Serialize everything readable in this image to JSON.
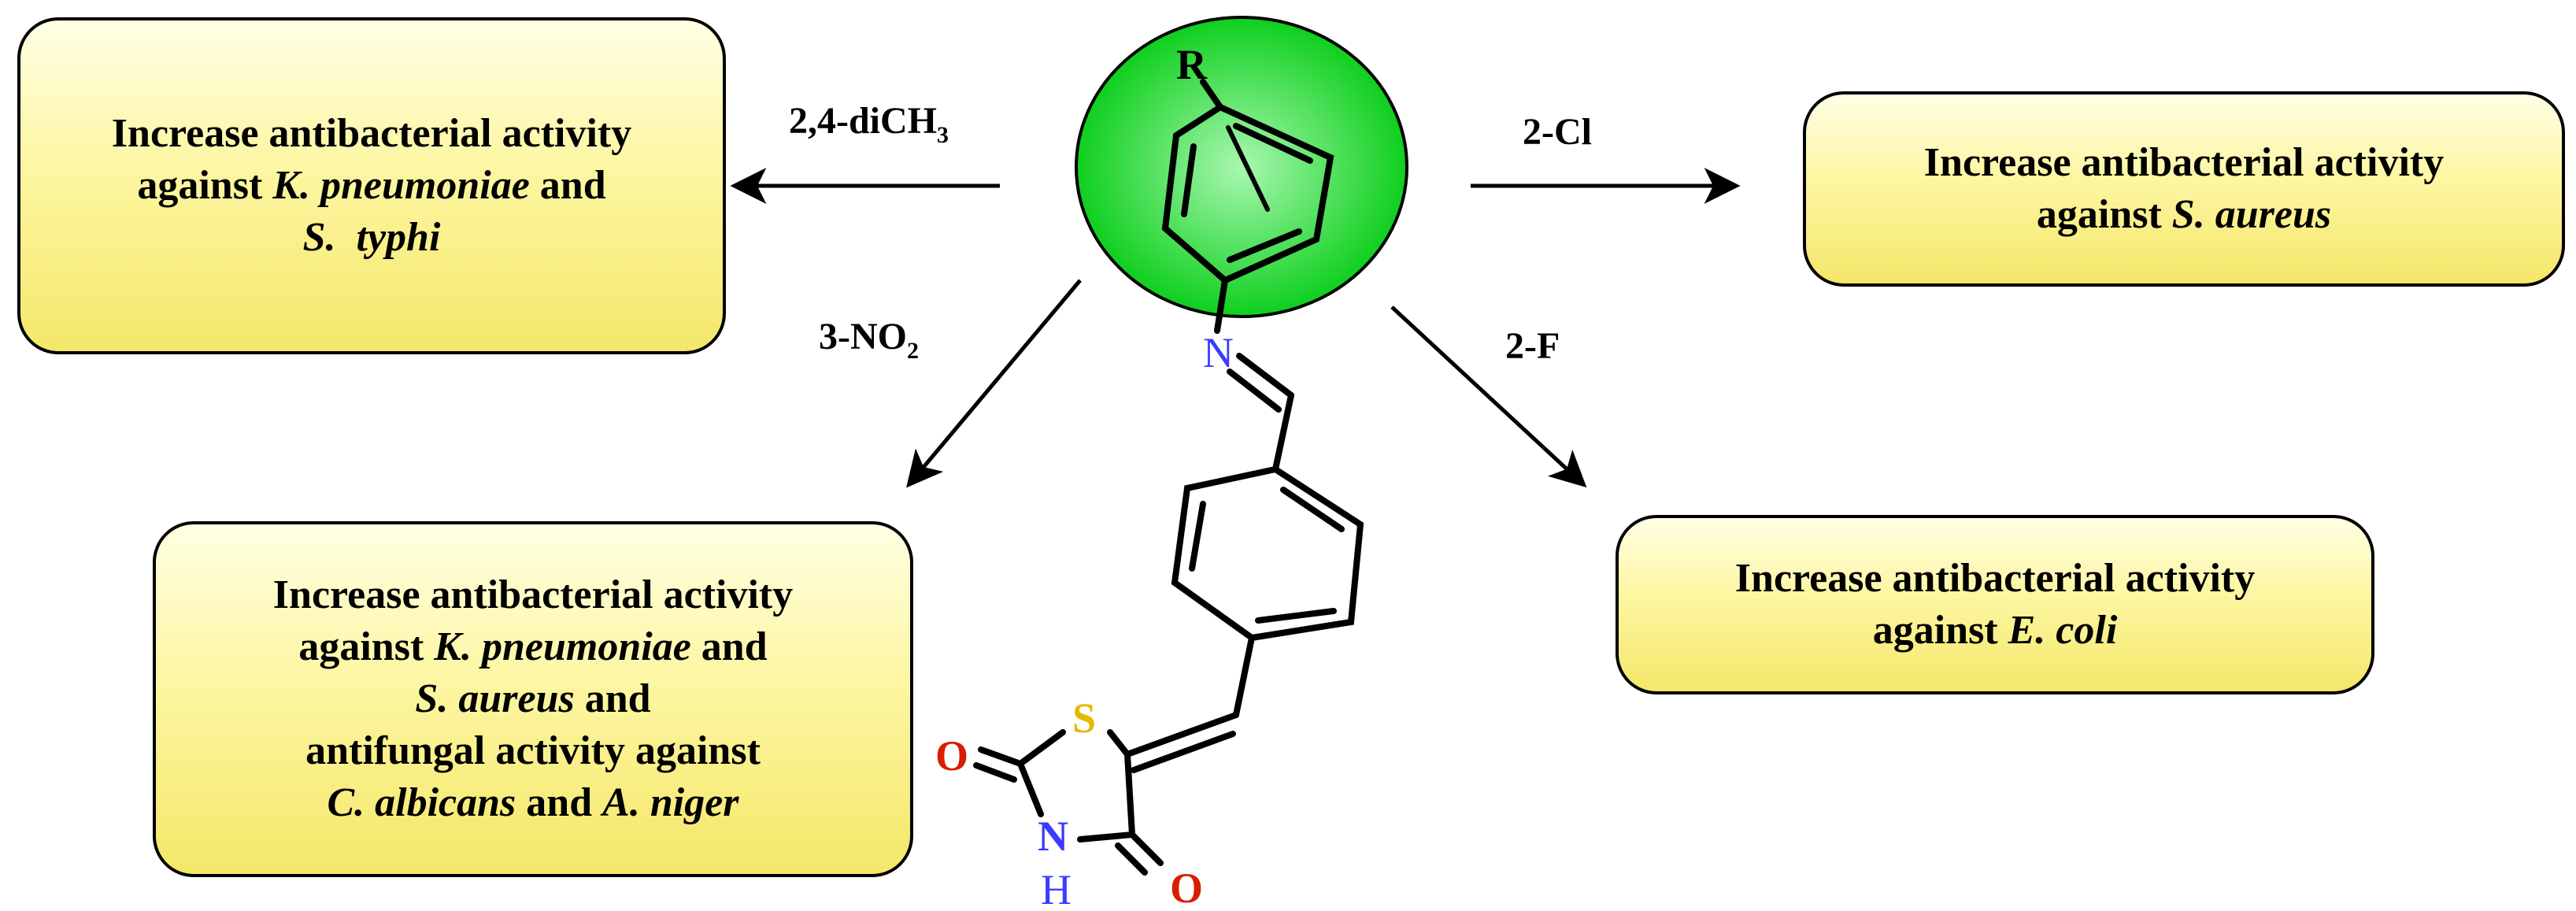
{
  "boxes": {
    "top_left": {
      "line1": "Increase antibacterial activity",
      "line2_pre": "against ",
      "line2_italic": "K. pneumoniae",
      "line2_post": " and",
      "line3_italic": "S.  typhi"
    },
    "top_right": {
      "line1": "Increase antibacterial activity",
      "line2_pre": "against ",
      "line2_italic": "S. aureus"
    },
    "bottom_left": {
      "line1": "Increase antibacterial activity",
      "line2_pre": "against ",
      "line2_italic": "K. pneumoniae",
      "line2_post": " and",
      "line3_italic": "S. aureus",
      "line3_post": " and",
      "line4": "antifungal activity against",
      "line5_italic_a": "C. albicans",
      "line5_mid": " and ",
      "line5_italic_b": "A. niger"
    },
    "bottom_right": {
      "line1": "Increase antibacterial activity",
      "line2_pre": "against ",
      "line2_italic": "E. coli"
    }
  },
  "substituents": {
    "top_left": {
      "main": "2,4-diCH",
      "sub": "3"
    },
    "top_right": {
      "main": "2-Cl"
    },
    "bottom_left": {
      "main": "3-NO",
      "sub": "2"
    },
    "bottom_right": {
      "main": "2-F"
    }
  },
  "atoms": {
    "r": "R",
    "n_imine": "N",
    "s": "S",
    "o_left": "O",
    "n_ring": "N",
    "h": "H",
    "o_right": "O"
  },
  "colors": {
    "ellipse_center": "#a9f7b1",
    "ellipse_edge": "#0fcf1e",
    "nitrogen": "#3b3bff",
    "sulfur": "#e6b800",
    "oxygen": "#d81e00",
    "box_top": "#ffffe4",
    "box_bottom": "#f4e769"
  }
}
